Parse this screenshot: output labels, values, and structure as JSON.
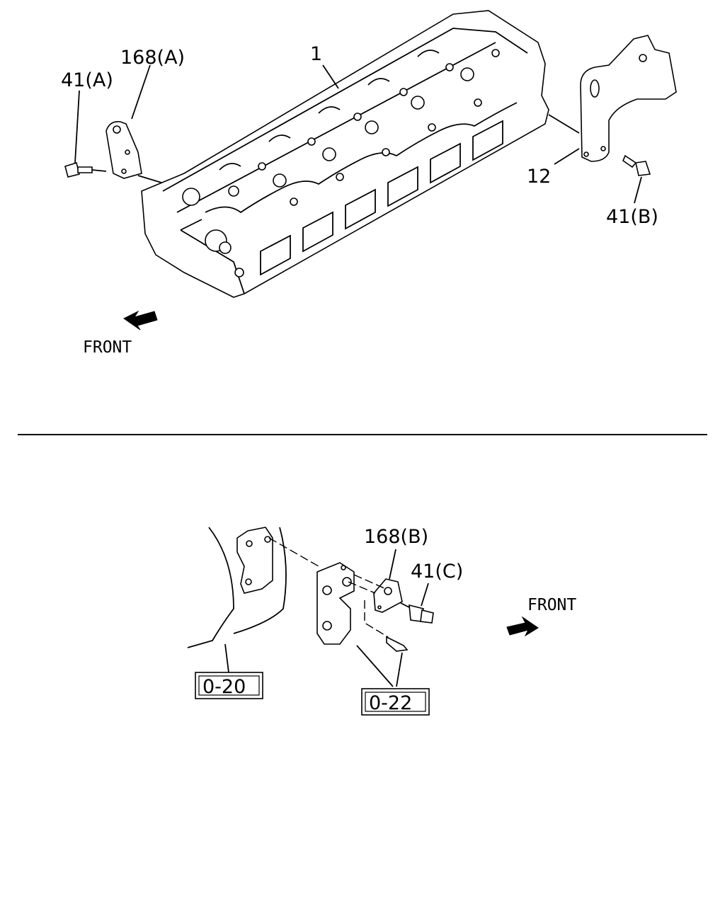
{
  "top_diagram": {
    "callouts": {
      "part_168a": "168(A)",
      "part_41a": "41(A)",
      "part_1": "1",
      "part_12": "12",
      "part_41b": "41(B)"
    },
    "front_label": "FRONT"
  },
  "bottom_diagram": {
    "callouts": {
      "part_168b": "168(B)",
      "part_41c": "41(C)"
    },
    "front_label": "FRONT",
    "reference_boxes": {
      "ref_0_20": "0-20",
      "ref_0_22": "0-22"
    }
  }
}
